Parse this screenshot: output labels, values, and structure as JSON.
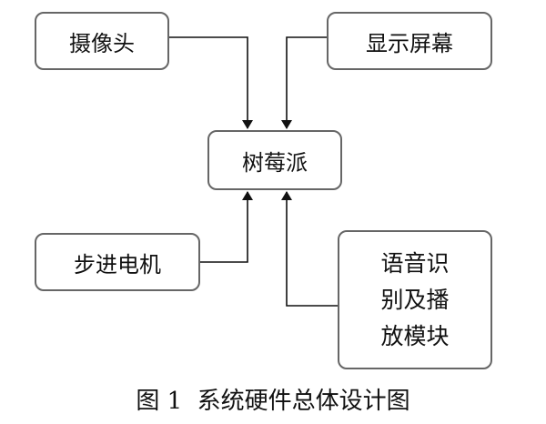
{
  "nodes": {
    "camera": "摄像头",
    "display": "显示屏幕",
    "raspberry_pi": "树莓派",
    "stepper_motor": "步进电机",
    "voice_module_lines": [
      "语音识",
      "别及播",
      "放模块"
    ]
  },
  "caption": "图 1  系统硬件总体设计图",
  "colors": {
    "border": "#666666",
    "line": "#111111",
    "text": "#111111"
  }
}
